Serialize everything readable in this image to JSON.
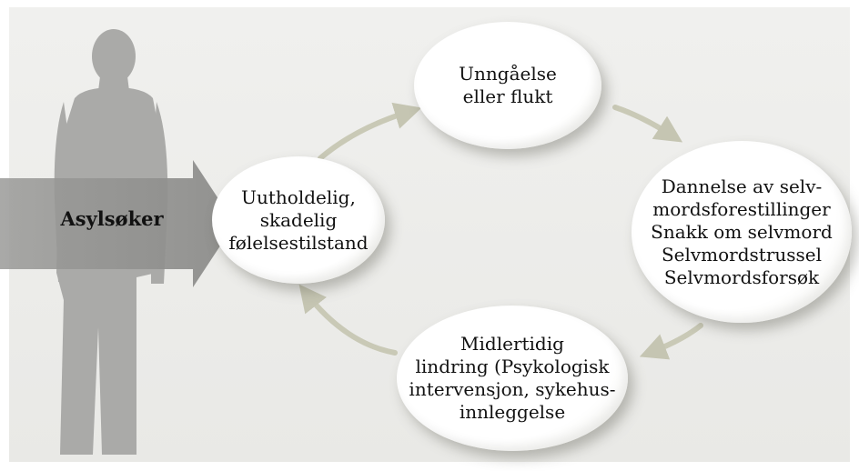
{
  "diagram": {
    "person_label": "Asylsøker",
    "nodes": [
      {
        "id": "feeling",
        "text": "Uutholdelig,\nskadelig\nfølelsestilstand"
      },
      {
        "id": "avoidance",
        "text": "Unngåelse\neller flukt"
      },
      {
        "id": "suicidal",
        "text": "Dannelse av selv-\nmordsforestillinger\nSnakk om selvmord\nSelvmordstrussel\nSelvmordsforsøk"
      },
      {
        "id": "relief",
        "text": "Midlertidig\nlindring (Psykologisk\nintervensjon, sykehus-\ninnleggelse"
      }
    ],
    "colors": {
      "background": "#eeeeeb",
      "silhouette": "#a9a9a7",
      "input_arrow": "#8f8f8d",
      "cycle_arrow": "#c9c9b8",
      "node_fill": "#ffffff"
    }
  }
}
